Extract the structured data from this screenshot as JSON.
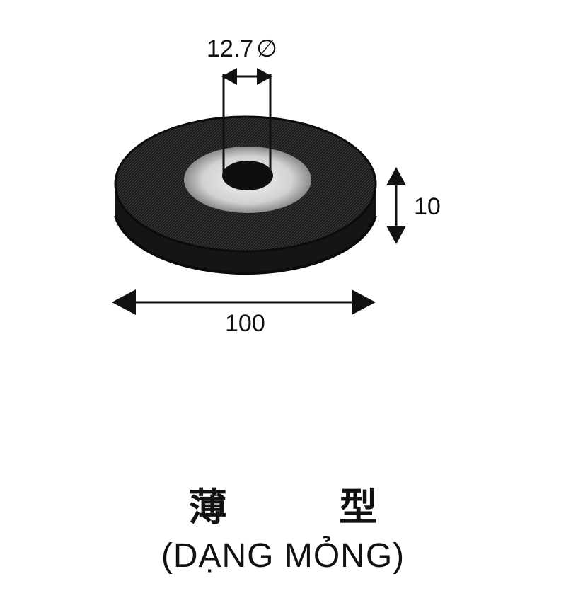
{
  "dimensions": {
    "bore": "12.7",
    "bore_symbol": "∅",
    "thickness": "10",
    "diameter": "100"
  },
  "title": {
    "cjk": "薄 型",
    "vietnamese": "(DẠNG MỎNG)"
  },
  "colors": {
    "brush": "#1c1c1c",
    "hub": "#d8d8d8",
    "line": "#111111"
  }
}
